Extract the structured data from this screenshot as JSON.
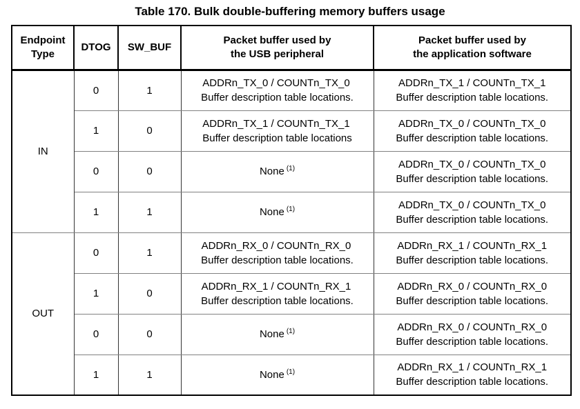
{
  "title": "Table 170. Bulk double-buffering memory buffers usage",
  "table": {
    "headers": [
      {
        "line1": "Endpoint",
        "line2": "Type"
      },
      {
        "line1": "DTOG",
        "line2": ""
      },
      {
        "line1": "SW_BUF",
        "line2": ""
      },
      {
        "line1": "Packet buffer used by",
        "line2": "the USB peripheral"
      },
      {
        "line1": "Packet buffer used by",
        "line2": "the application software"
      }
    ],
    "sections": [
      {
        "endpoint_type": "IN",
        "rows": [
          {
            "dtog": "0",
            "sw_buf": "1",
            "usb_peripheral": {
              "line1": "ADDRn_TX_0 / COUNTn_TX_0",
              "sup": "",
              "line2": "Buffer description table locations."
            },
            "app_software": {
              "line1": "ADDRn_TX_1 / COUNTn_TX_1",
              "line2": "Buffer description table locations."
            }
          },
          {
            "dtog": "1",
            "sw_buf": "0",
            "usb_peripheral": {
              "line1": "ADDRn_TX_1 / COUNTn_TX_1",
              "sup": "",
              "line2": "Buffer description table locations"
            },
            "app_software": {
              "line1": "ADDRn_TX_0 / COUNTn_TX_0",
              "line2": "Buffer description table locations."
            }
          },
          {
            "dtog": "0",
            "sw_buf": "0",
            "usb_peripheral": {
              "line1": "None",
              "sup": "(1)",
              "line2": ""
            },
            "app_software": {
              "line1": "ADDRn_TX_0 / COUNTn_TX_0",
              "line2": "Buffer description table locations."
            }
          },
          {
            "dtog": "1",
            "sw_buf": "1",
            "usb_peripheral": {
              "line1": "None",
              "sup": "(1)",
              "line2": ""
            },
            "app_software": {
              "line1": "ADDRn_TX_0 / COUNTn_TX_0",
              "line2": "Buffer description table locations."
            }
          }
        ]
      },
      {
        "endpoint_type": "OUT",
        "rows": [
          {
            "dtog": "0",
            "sw_buf": "1",
            "usb_peripheral": {
              "line1": "ADDRn_RX_0 / COUNTn_RX_0",
              "sup": "",
              "line2": "Buffer description table locations."
            },
            "app_software": {
              "line1": "ADDRn_RX_1 / COUNTn_RX_1",
              "line2": "Buffer description table locations."
            }
          },
          {
            "dtog": "1",
            "sw_buf": "0",
            "usb_peripheral": {
              "line1": "ADDRn_RX_1 / COUNTn_RX_1",
              "sup": "",
              "line2": "Buffer description table locations."
            },
            "app_software": {
              "line1": "ADDRn_RX_0 / COUNTn_RX_0",
              "line2": "Buffer description table locations."
            }
          },
          {
            "dtog": "0",
            "sw_buf": "0",
            "usb_peripheral": {
              "line1": "None",
              "sup": "(1)",
              "line2": ""
            },
            "app_software": {
              "line1": "ADDRn_RX_0 / COUNTn_RX_0",
              "line2": "Buffer description table locations."
            }
          },
          {
            "dtog": "1",
            "sw_buf": "1",
            "usb_peripheral": {
              "line1": "None",
              "sup": "(1)",
              "line2": ""
            },
            "app_software": {
              "line1": "ADDRn_RX_1 / COUNTn_RX_1",
              "line2": "Buffer description table locations."
            }
          }
        ]
      }
    ]
  },
  "colors": {
    "background": "#ffffff",
    "text": "#000000",
    "border_outer": "#000000",
    "border_row": "#808080",
    "border_column": "#333333"
  }
}
